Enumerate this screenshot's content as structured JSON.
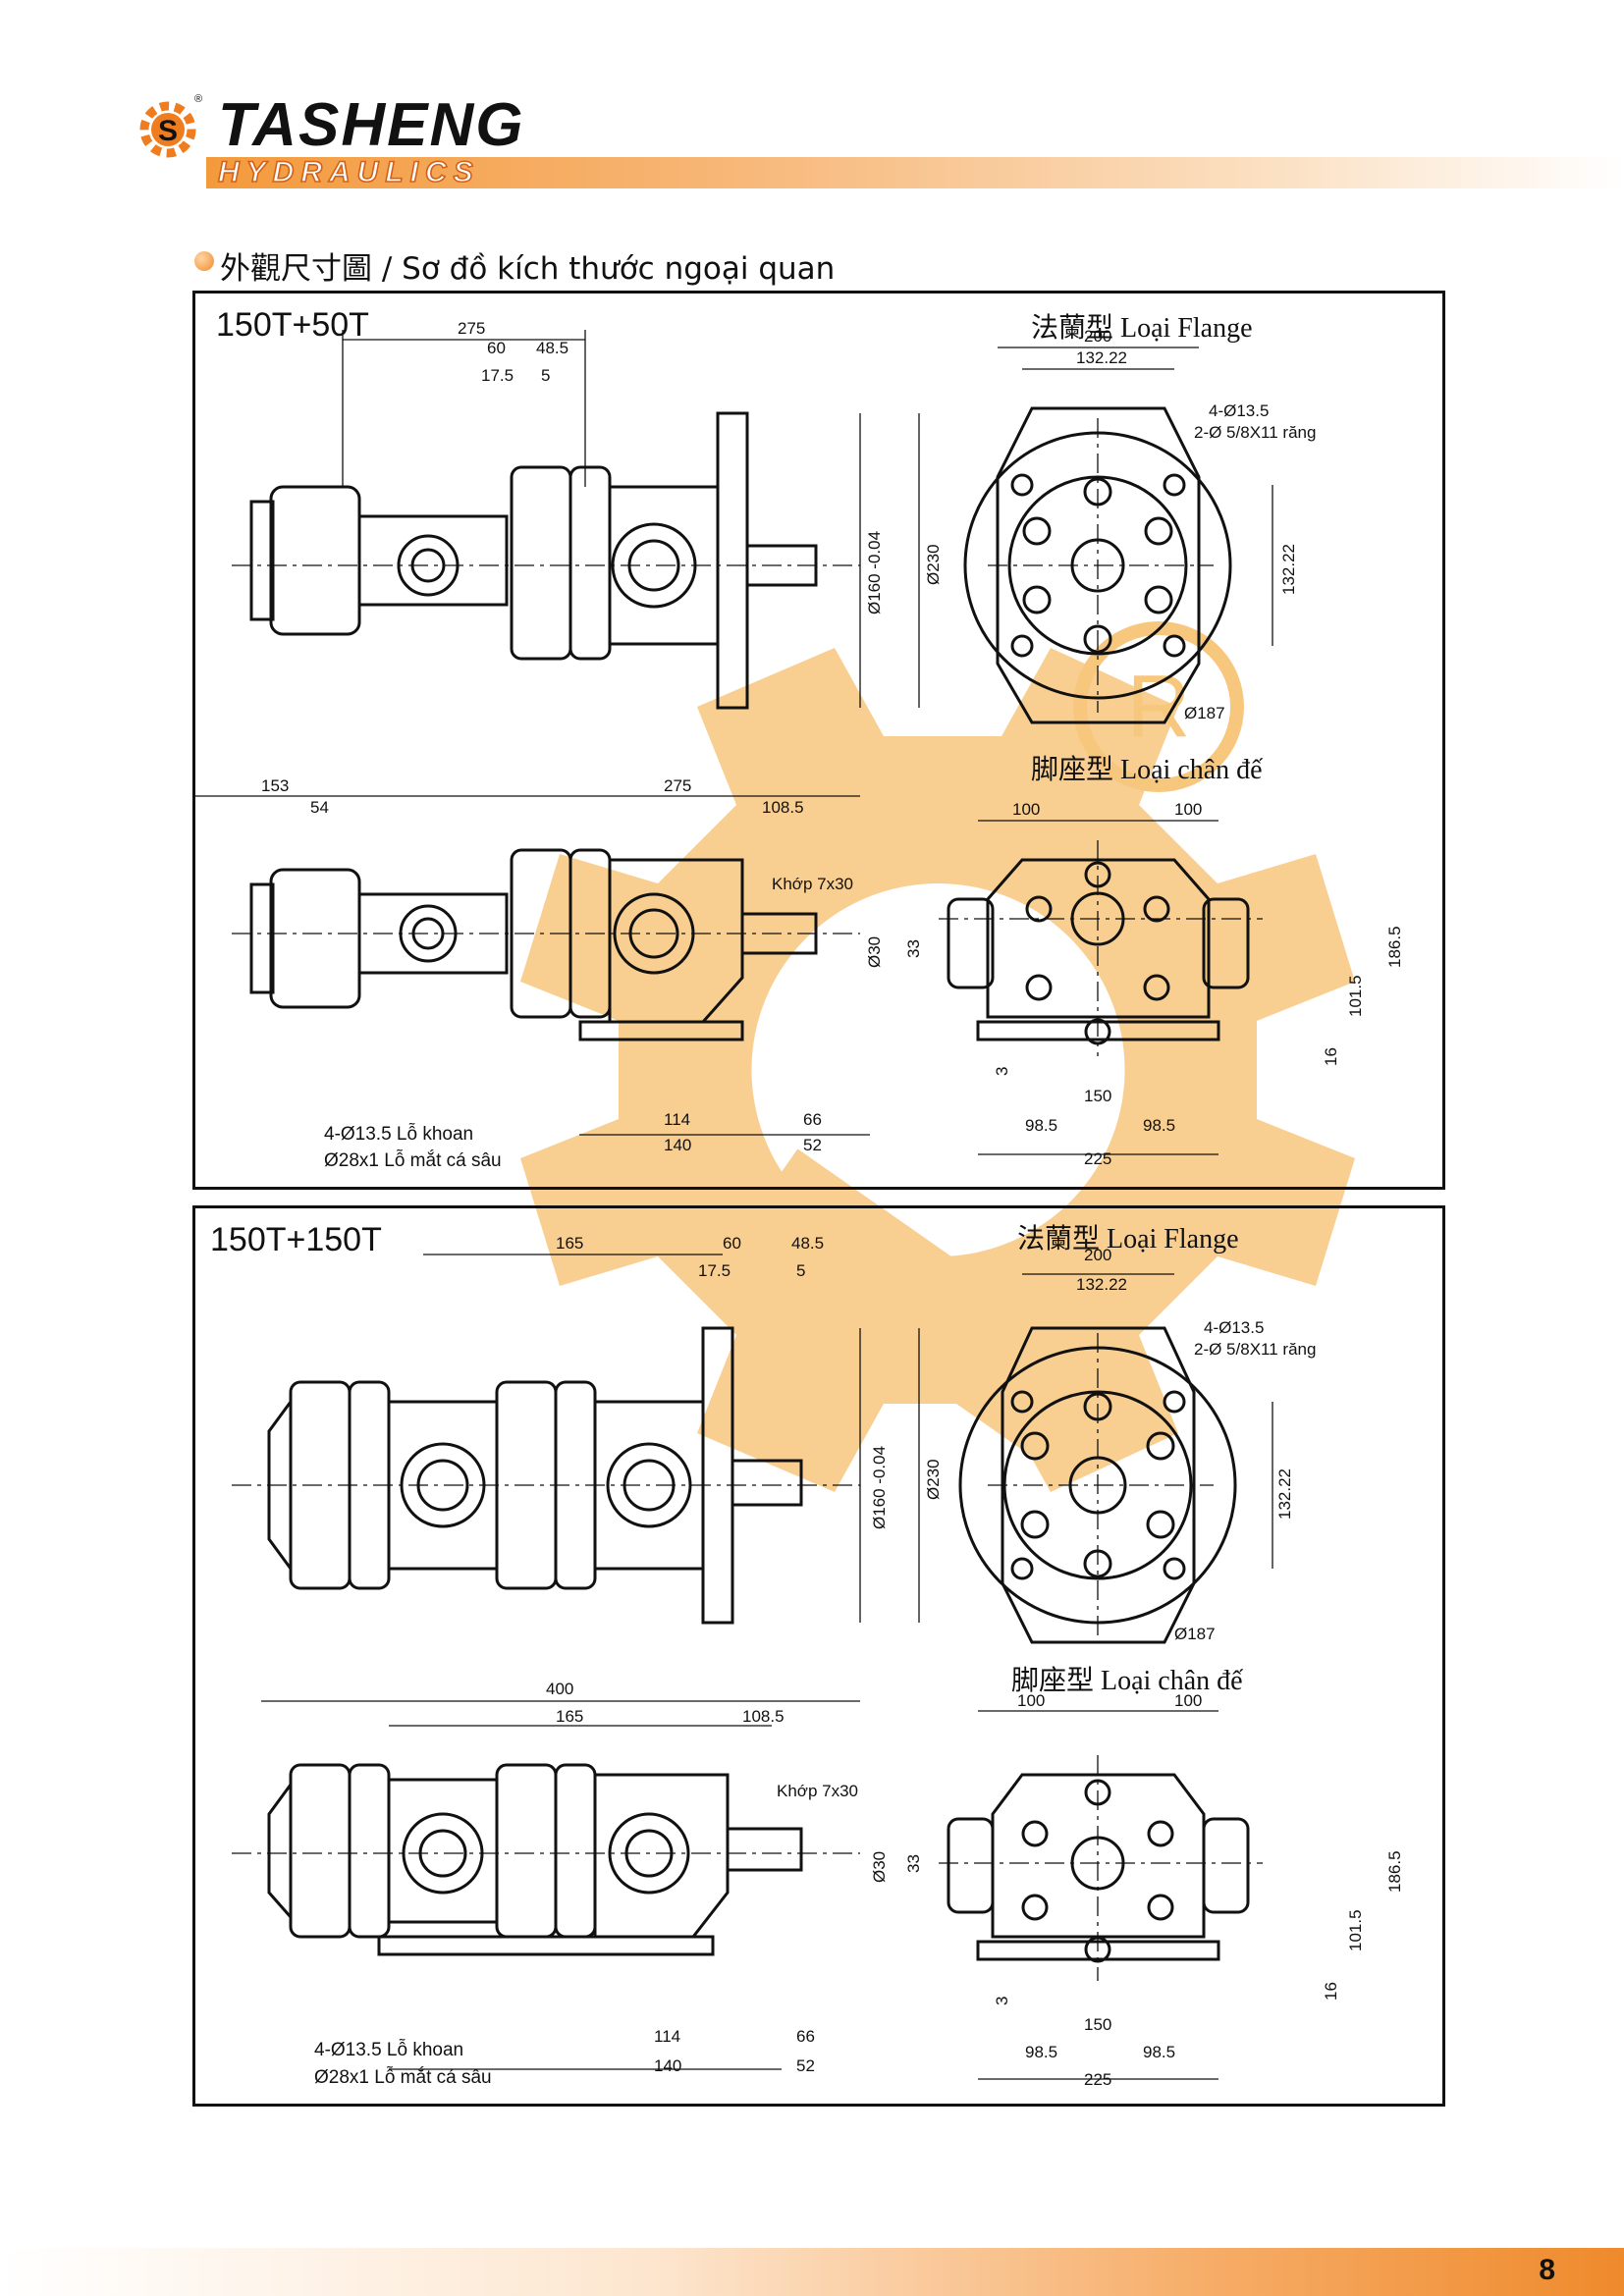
{
  "header": {
    "brand": "TASHENG",
    "sub_brand": "HYDRAULICS"
  },
  "section_title": "外觀尺寸圖 / Sơ đồ kích thước ngoại quan",
  "page_number": "8",
  "colors": {
    "accent": "#f39a3c",
    "watermark": "#f8c77e",
    "line": "#111111"
  },
  "panels": [
    {
      "model": "150T+50T",
      "flange_label": "法蘭型 Loại Flange",
      "foot_label": "脚座型 Loại chân đế",
      "side_flange_dims": [
        "275",
        "60",
        "48.5",
        "17.5",
        "5",
        "Ø160 -0.04",
        "Ø230"
      ],
      "front_flange_dims": [
        "200",
        "132.22",
        "4-Ø13.5",
        "2-Ø 5/8X11 răng",
        "132.22",
        "Ø187"
      ],
      "side_foot_dims": [
        "153",
        "275",
        "54",
        "108.5",
        "Khớp 7x30",
        "Ø30",
        "33",
        "114",
        "66",
        "140",
        "52"
      ],
      "front_foot_dims": [
        "100",
        "100",
        "186.5",
        "101.5",
        "16",
        "3",
        "150",
        "98.5",
        "98.5",
        "225"
      ],
      "note_hole": "4-Ø13.5 Lỗ khoan",
      "note_counterbore": "Ø28x1 Lỗ mắt cá sâu"
    },
    {
      "model": "150T+150T",
      "flange_label": "法蘭型 Loại Flange",
      "foot_label": "脚座型 Loại chân đế",
      "side_flange_dims": [
        "165",
        "60",
        "48.5",
        "17.5",
        "5",
        "Ø160 -0.04",
        "Ø230"
      ],
      "front_flange_dims": [
        "200",
        "132.22",
        "4-Ø13.5",
        "2-Ø 5/8X11 răng",
        "132.22",
        "Ø187"
      ],
      "side_foot_dims": [
        "400",
        "165",
        "108.5",
        "Khớp 7x30",
        "Ø30",
        "33",
        "114",
        "66",
        "140",
        "52"
      ],
      "front_foot_dims": [
        "100",
        "100",
        "186.5",
        "101.5",
        "16",
        "3",
        "150",
        "98.5",
        "98.5",
        "225"
      ],
      "note_hole": "4-Ø13.5 Lỗ khoan",
      "note_counterbore": "Ø28x1 Lỗ mắt cá sâu"
    }
  ]
}
